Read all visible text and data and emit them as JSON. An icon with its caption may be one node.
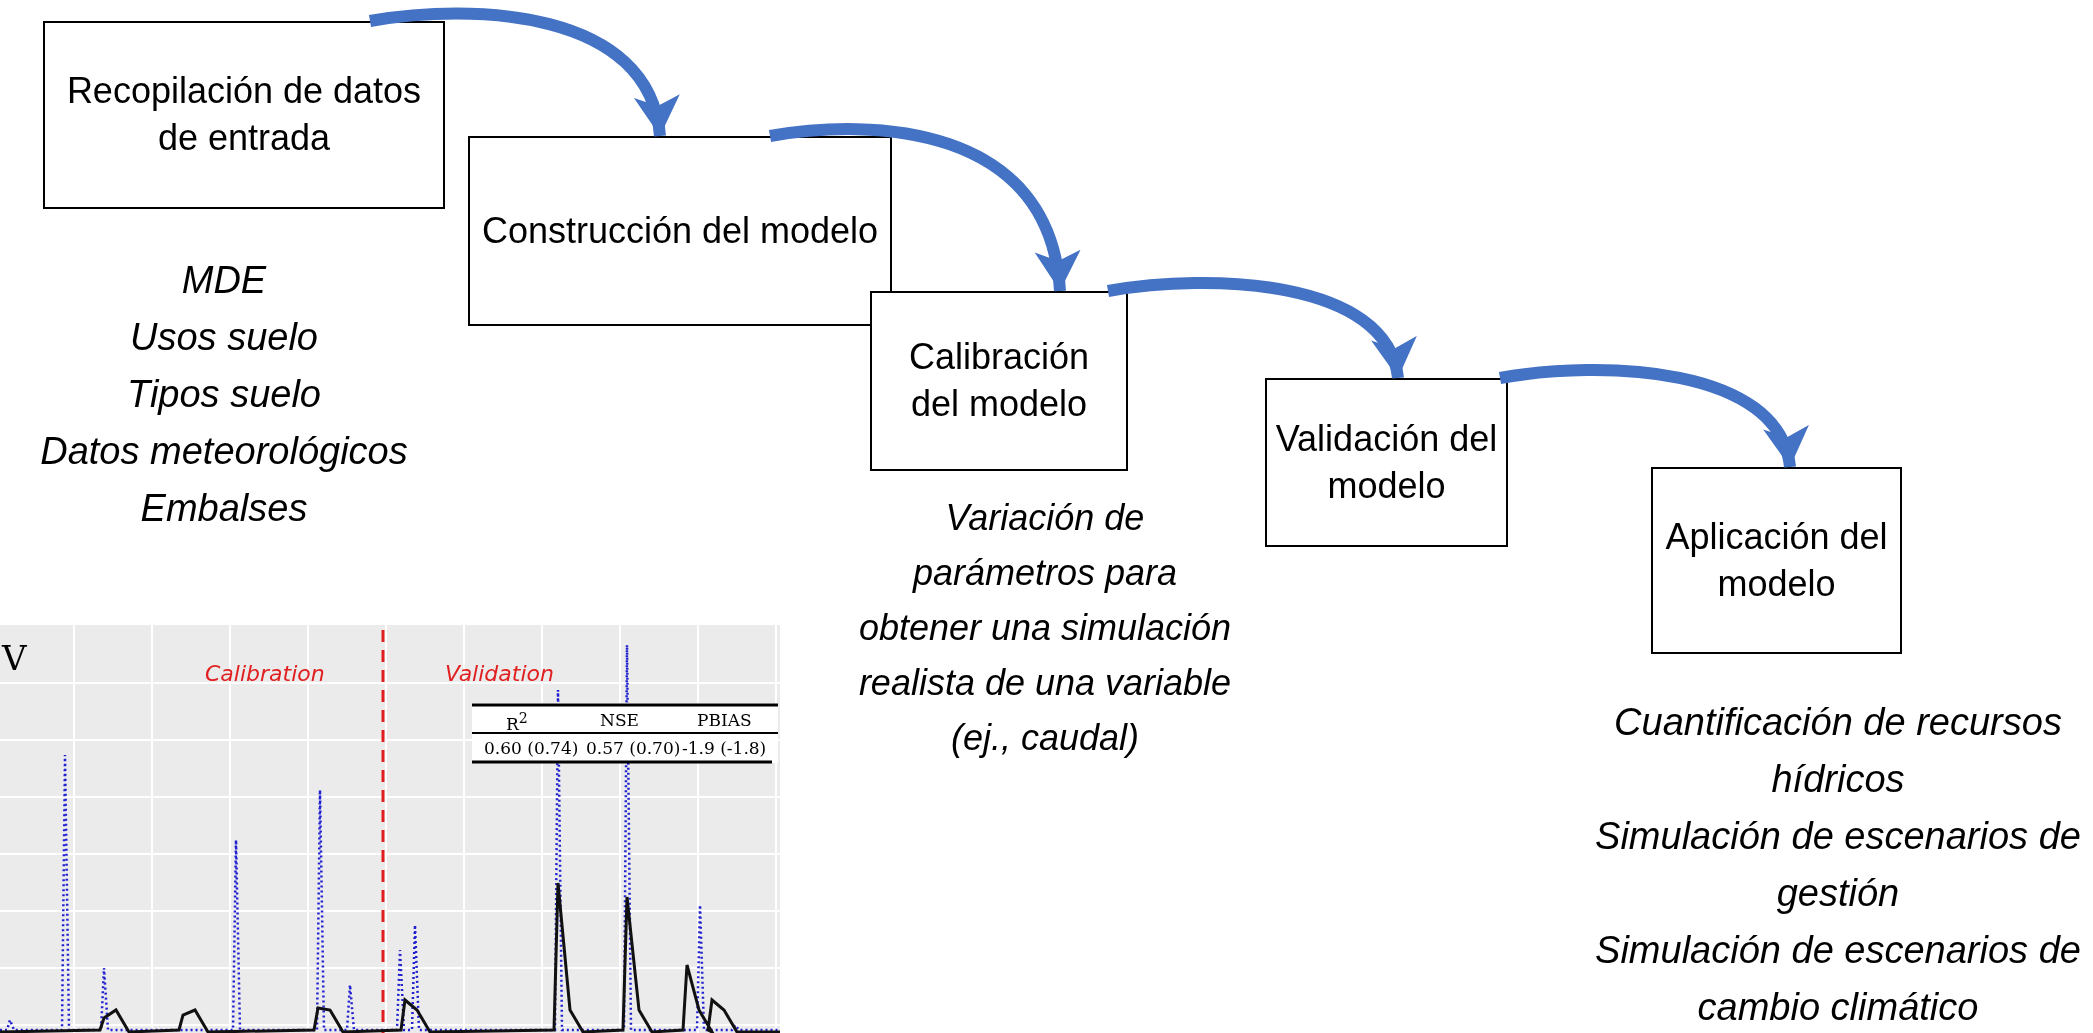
{
  "diagram": {
    "nodes": [
      {
        "text": [
          "Recopilación de datos de entrada"
        ],
        "beside": [
          "MDE",
          "Usos suelo",
          "Tipos suelo",
          "Datos meteorológicos",
          "Embalses"
        ]
      },
      {
        "text": [
          "Construcción del modelo"
        ]
      },
      {
        "text": [
          "Calibración del modelo"
        ],
        "beside": [
          "Variación de parámetros para obtener una simulación realista de una variable (ej., caudal)"
        ]
      },
      {
        "text": [
          "Validación del modelo"
        ]
      },
      {
        "text": [
          "Aplicación del modelo"
        ],
        "beside": [
          "Cuantificación de recursos hídricos",
          "Simulación de escenarios de gestión",
          "Simulación de escenarios de cambio climático"
        ]
      }
    ],
    "edges": [
      {
        "from": 0,
        "to": 1,
        "arrow": "to"
      },
      {
        "from": 1,
        "to": 2,
        "arrow": "to"
      },
      {
        "from": 2,
        "to": 3,
        "arrow": "to"
      },
      {
        "from": 3,
        "to": 4,
        "arrow": "to"
      }
    ],
    "labels": [
      "V",
      "Calibration",
      "Validation",
      "R$^{2}$",
      "NSE",
      "PBIAS",
      "0.60 (0.74)",
      "0.57 (0.70)",
      "-1.9 (-1.8)"
    ]
  }
}
